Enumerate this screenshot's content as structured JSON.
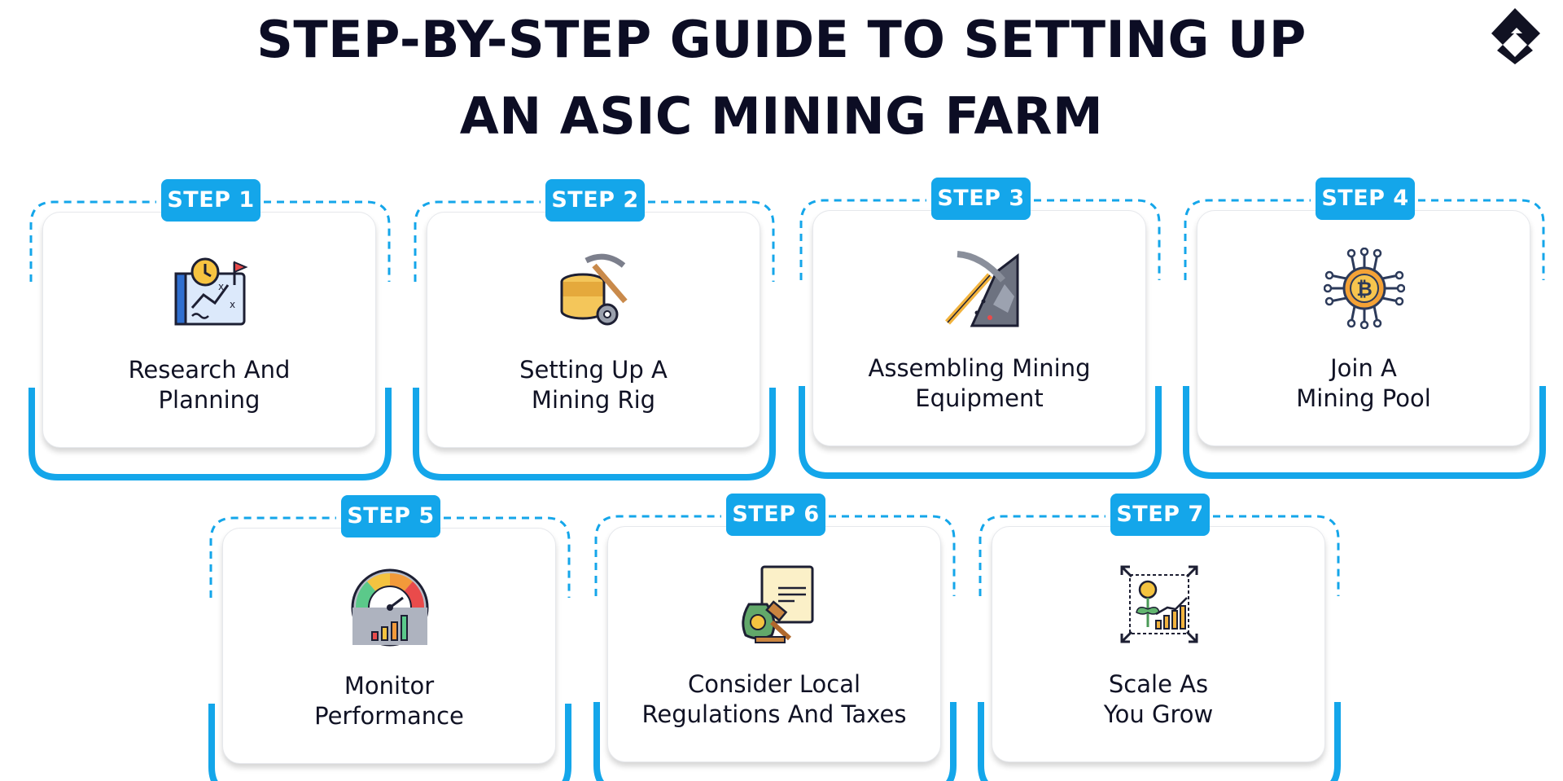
{
  "title": {
    "line1": "STEP-BY-STEP GUIDE TO SETTING UP",
    "line2": "AN ASIC MINING FARM"
  },
  "colors": {
    "accent": "#14a6ea",
    "title": "#0c0d24"
  },
  "steps": [
    {
      "badge": "STEP 1",
      "line1": "Research And",
      "line2": "Planning",
      "icon": "map-planning-icon"
    },
    {
      "badge": "STEP 2",
      "line1": "Setting Up A",
      "line2": "Mining Rig",
      "icon": "database-pickaxe-icon"
    },
    {
      "badge": "STEP 3",
      "line1": "Assembling Mining",
      "line2": "Equipment",
      "icon": "pickaxe-rock-icon"
    },
    {
      "badge": "STEP 4",
      "line1": "Join A",
      "line2": "Mining Pool",
      "icon": "bitcoin-network-icon"
    },
    {
      "badge": "STEP 5",
      "line1": "Monitor",
      "line2": "Performance",
      "icon": "gauge-chart-icon"
    },
    {
      "badge": "STEP 6",
      "line1": "Consider Local",
      "line2": "Regulations And Taxes",
      "icon": "tax-gavel-icon"
    },
    {
      "badge": "STEP 7",
      "line1": "Scale As",
      "line2": "You Grow",
      "icon": "growth-scale-icon"
    }
  ]
}
